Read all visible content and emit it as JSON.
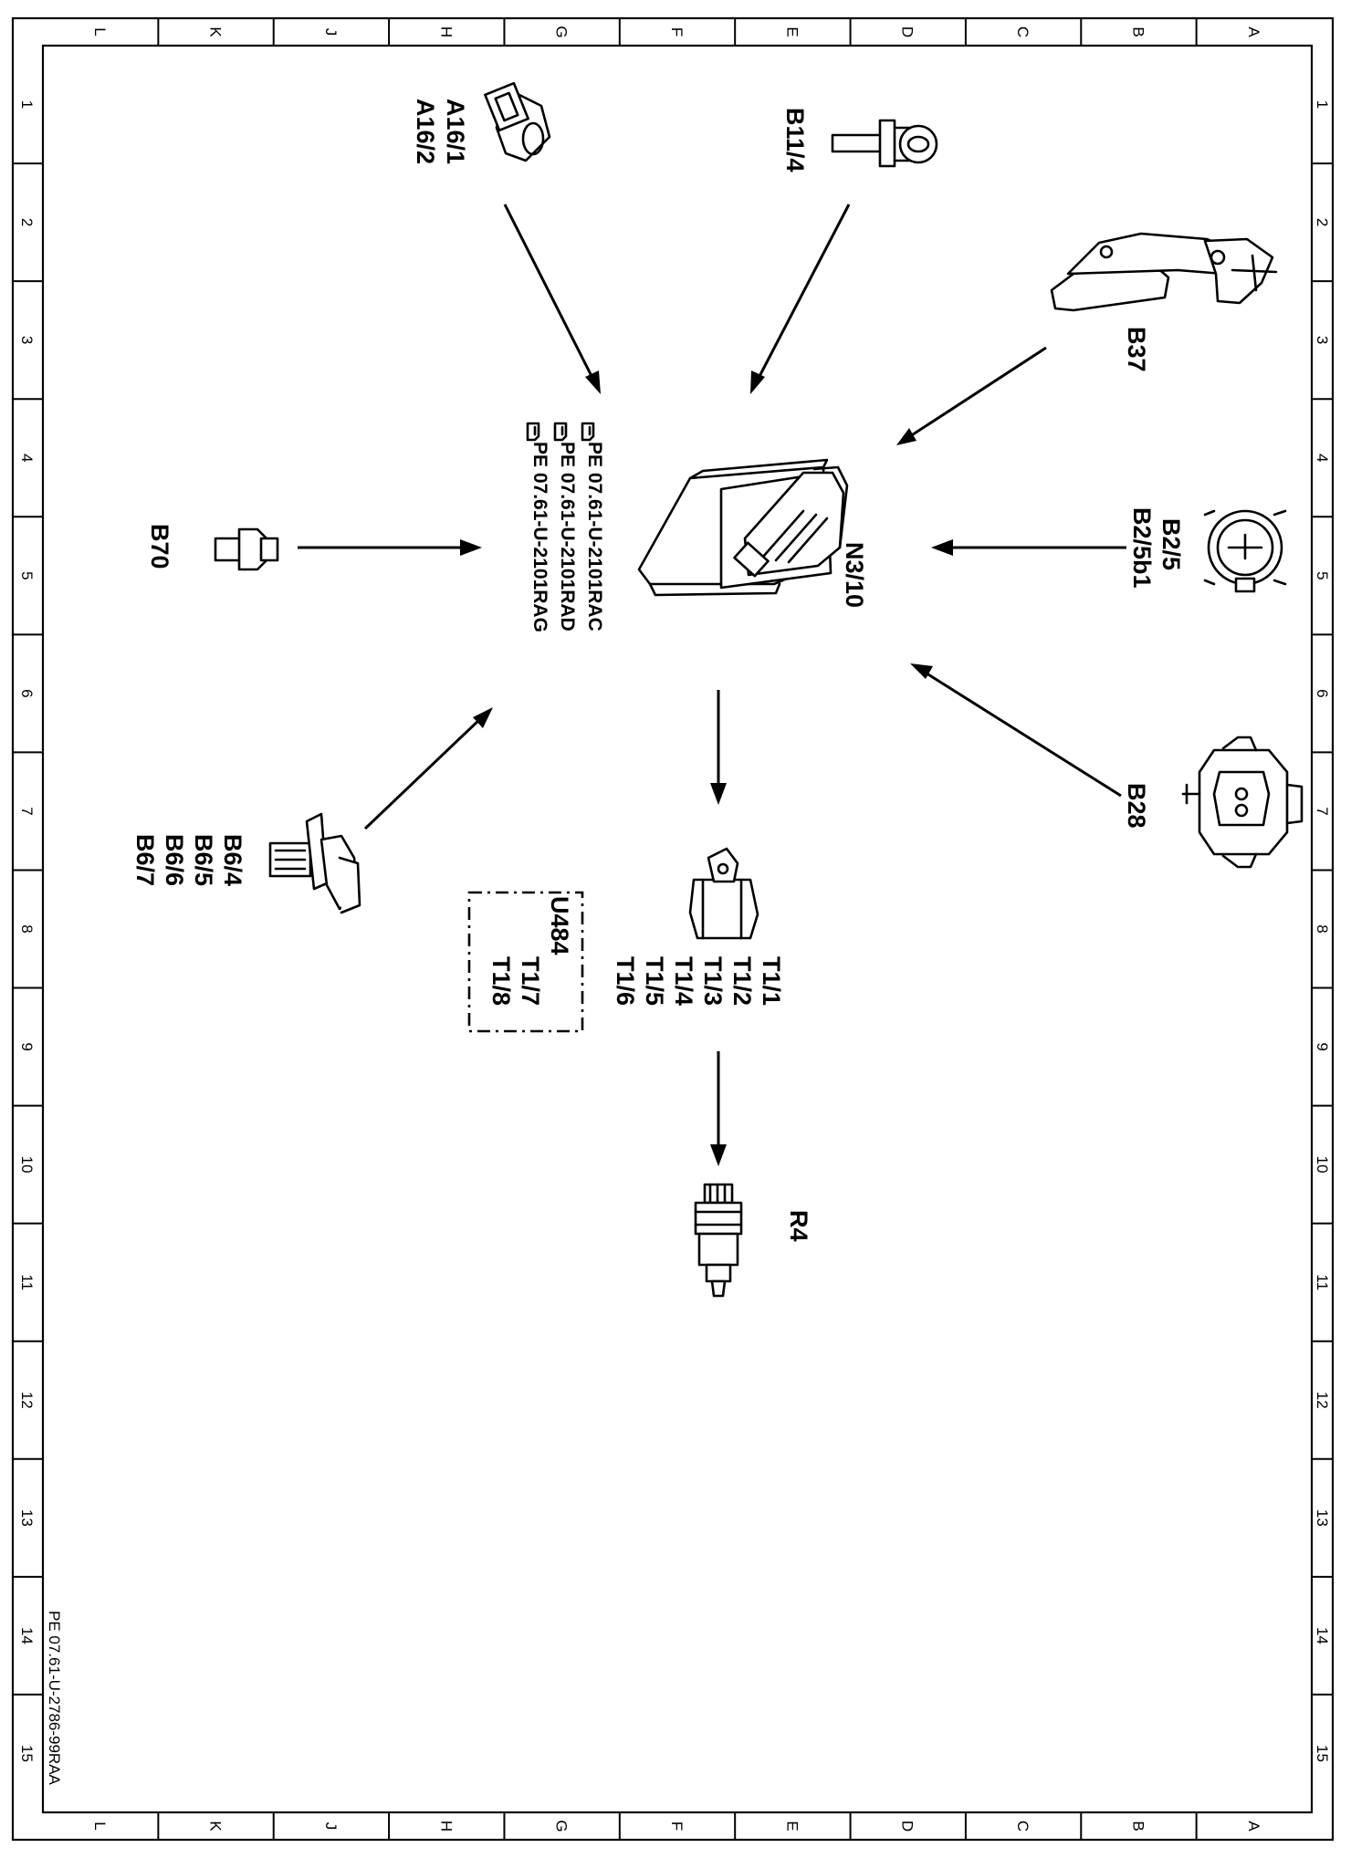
{
  "frame": {
    "column_letters": [
      "L",
      "K",
      "J",
      "H",
      "G",
      "F",
      "E",
      "D",
      "C",
      "B",
      "A"
    ],
    "row_numbers": [
      "1",
      "2",
      "3",
      "4",
      "5",
      "6",
      "7",
      "8",
      "9",
      "10",
      "11",
      "12",
      "13",
      "14",
      "15"
    ]
  },
  "components": {
    "a16": [
      "A16/1",
      "A16/2"
    ],
    "b11_4": "B11/4",
    "b37": "B37",
    "b2_5": [
      "B2/5",
      "B2/5b1"
    ],
    "b28": "B28",
    "b70": "B70",
    "b6": [
      "B6/4",
      "B6/5",
      "B6/6",
      "B6/7"
    ],
    "n3_10": "N3/10",
    "t1": [
      "T1/1",
      "T1/2",
      "T1/3",
      "T1/4",
      "T1/5",
      "T1/6"
    ],
    "u484": {
      "title": "U484",
      "items": [
        "T1/7",
        "T1/8"
      ]
    },
    "r4": "R4"
  },
  "references": [
    "PE 07.61-U-2101RAC",
    "PE 07.61-U-2101RAD",
    "PE 07.61-U-2101RAG"
  ],
  "document_id": "PE 07.61-U-2786-99RAA",
  "icons": [
    "hand-pointer-icon"
  ]
}
